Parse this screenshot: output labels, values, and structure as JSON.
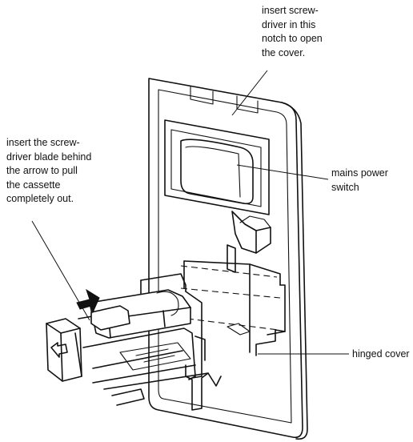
{
  "annotations": {
    "notch": [
      "insert screw-",
      "driver in this",
      "notch to open",
      "the cover."
    ],
    "blade": [
      "insert the screw-",
      "driver blade behind",
      "the arrow to pull",
      "the cassette",
      "completely out."
    ],
    "switch": [
      "mains power",
      "switch"
    ],
    "hinge": [
      "hinged cover"
    ]
  },
  "colors": {
    "ink": "#111111",
    "background": "#ffffff"
  }
}
